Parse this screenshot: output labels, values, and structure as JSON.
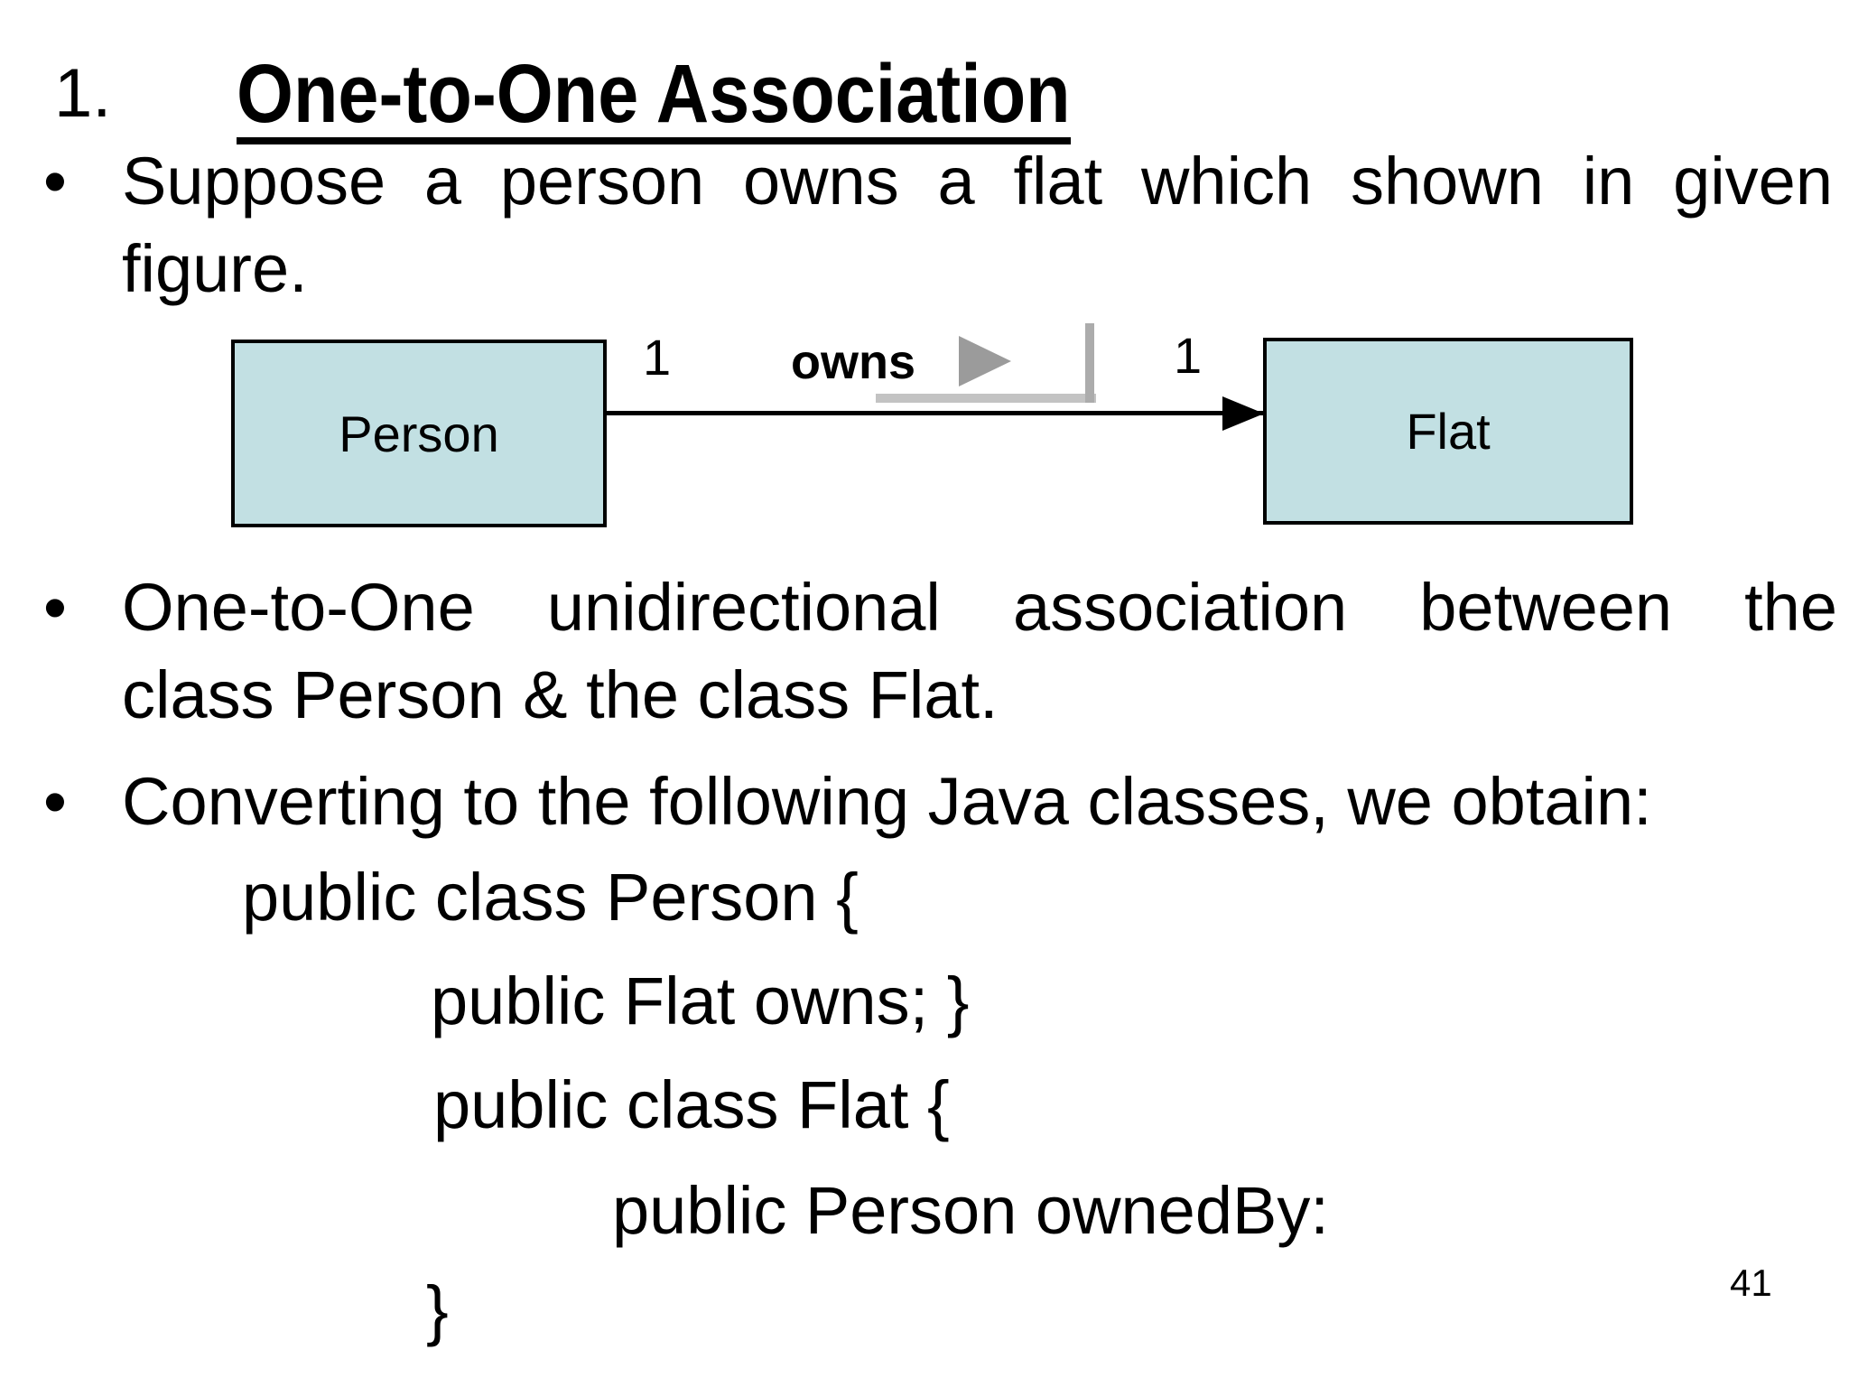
{
  "page": {
    "number": "41",
    "background_color": "#FFFFFF",
    "text_color": "#000000"
  },
  "title": {
    "number": "1.",
    "text": "One-to-One Association"
  },
  "bullets": [
    {
      "marker": "•",
      "lines": [
        "Suppose a person owns a flat which shown in given",
        "figure."
      ]
    },
    {
      "marker": "•",
      "lines": [
        "One-to-One  unidirectional  association  between  the",
        "class Person & the class Flat."
      ]
    },
    {
      "marker": "•",
      "lines": [
        "Converting to the following Java classes, we obtain:"
      ]
    }
  ],
  "diagram": {
    "left_class": {
      "name": "Person",
      "multiplicity": "1"
    },
    "right_class": {
      "name": "Flat",
      "multiplicity": "1"
    },
    "association": {
      "label": "owns",
      "direction": "left-to-right"
    },
    "colors": {
      "class_box_fill": "#C2E0E3",
      "class_box_border": "#000000",
      "connector": "#000000",
      "direction_triangle": "#9B9B9B",
      "shadow_line": "#C3C3C3"
    }
  },
  "code": {
    "lines": [
      "public class Person {",
      "public Flat owns; }",
      "public class Flat {",
      "public Person ownedBy:",
      "}"
    ]
  }
}
